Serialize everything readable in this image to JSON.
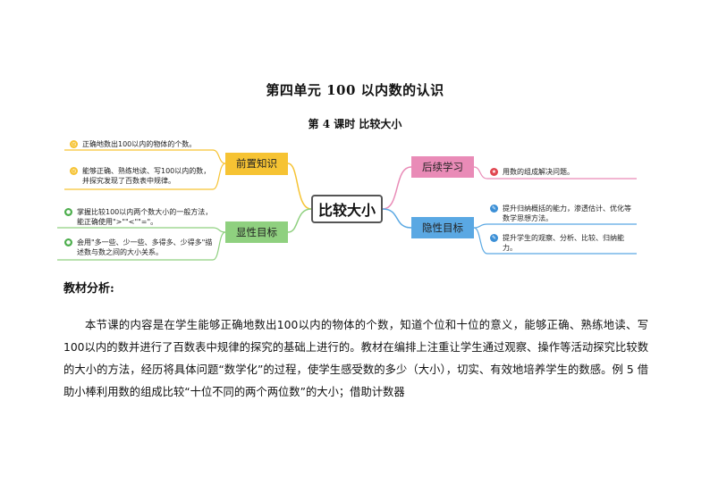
{
  "document": {
    "title": "第四单元  100 以内数的认识",
    "subtitle": "第 4 课时  比较大小"
  },
  "mindmap": {
    "center": "比较大小",
    "topics": {
      "qianzhi": {
        "label": "前置知识",
        "color": "#f6c333"
      },
      "xianxing": {
        "label": "显性目标",
        "color": "#8fd07f"
      },
      "houxu": {
        "label": "后续学习",
        "color": "#e98bb7"
      },
      "yinxing": {
        "label": "隐性目标",
        "color": "#5aa8e3"
      }
    },
    "leaves": {
      "qianzhi": [
        "正确地数出100以内的物体的个数。",
        "能够正确、熟练地读、写100以内的数，并探究发现了百数表中规律。"
      ],
      "xianxing": [
        "掌握比较100以内两个数大小的一般方法，能正确使用\">\"\"<\"\"=\"。",
        "会用\"多一些、少一些、多得多、少得多\"描述数与数之间的大小关系。"
      ],
      "houxu": [
        "用数的组成解决问题。"
      ],
      "yinxing": [
        "提升归纳概括的能力，渗透估计、优化等数学思想方法。",
        "提升学生的观察、分析、比较、归纳能力。"
      ]
    }
  },
  "section": {
    "heading": "教材分析:"
  },
  "body": {
    "paragraph": "本节课的内容是在学生能够正确地数出100以内的物体的个数，知道个位和十位的意义，能够正确、熟练地读、写100以内的数并进行了百数表中规律的探究的基础上进行的。教材在编排上注重让学生通过观察、操作等活动探究比较数的大小的方法，经历将具体问题“数学化”的过程，使学生感受数的多少（大小），切实、有效地培养学生的数感。例 5 借助小棒利用数的组成比较“十位不同的两个两位数”的大小；借助计数器"
  }
}
